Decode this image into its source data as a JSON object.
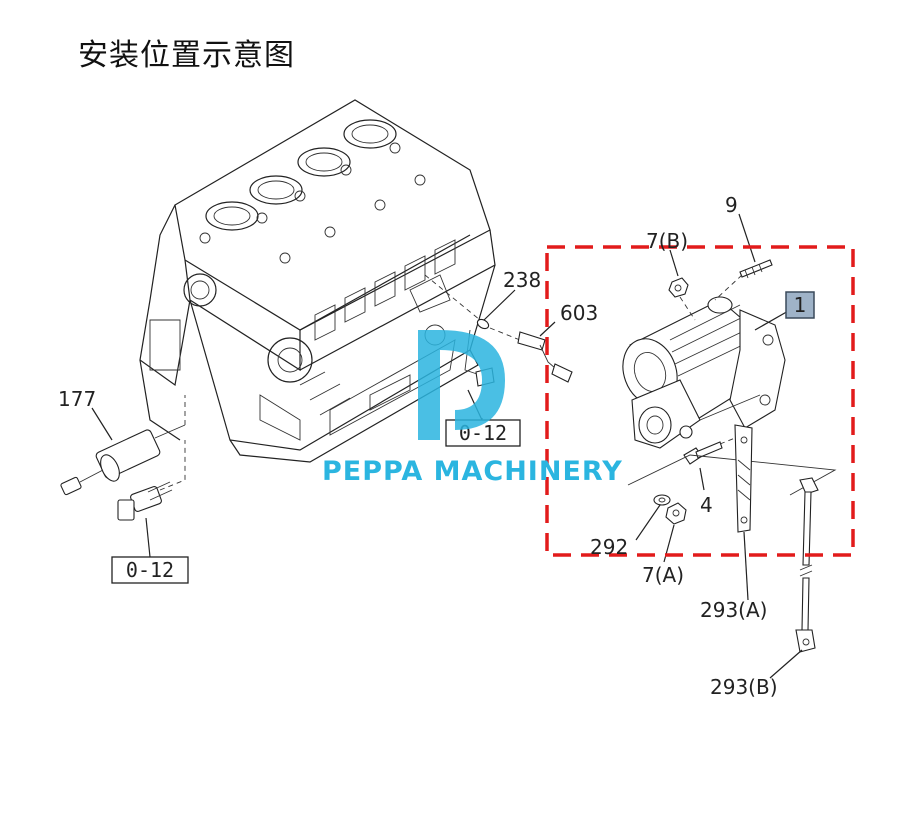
{
  "title": "安装位置示意图",
  "watermark": {
    "text": "PEPPA MACHINERY",
    "color": "#2bb5e0"
  },
  "highlight_color": "#e21b1b",
  "labels": {
    "l9": "9",
    "l7b": "7(B)",
    "l238": "238",
    "l603": "603",
    "l1": "1",
    "l177": "177",
    "l4": "4",
    "l292": "292",
    "l7a": "7(A)",
    "l293a": "293(A)",
    "l293b": "293(B)"
  },
  "ref_boxes": {
    "center": "0-12",
    "left": "0-12"
  }
}
